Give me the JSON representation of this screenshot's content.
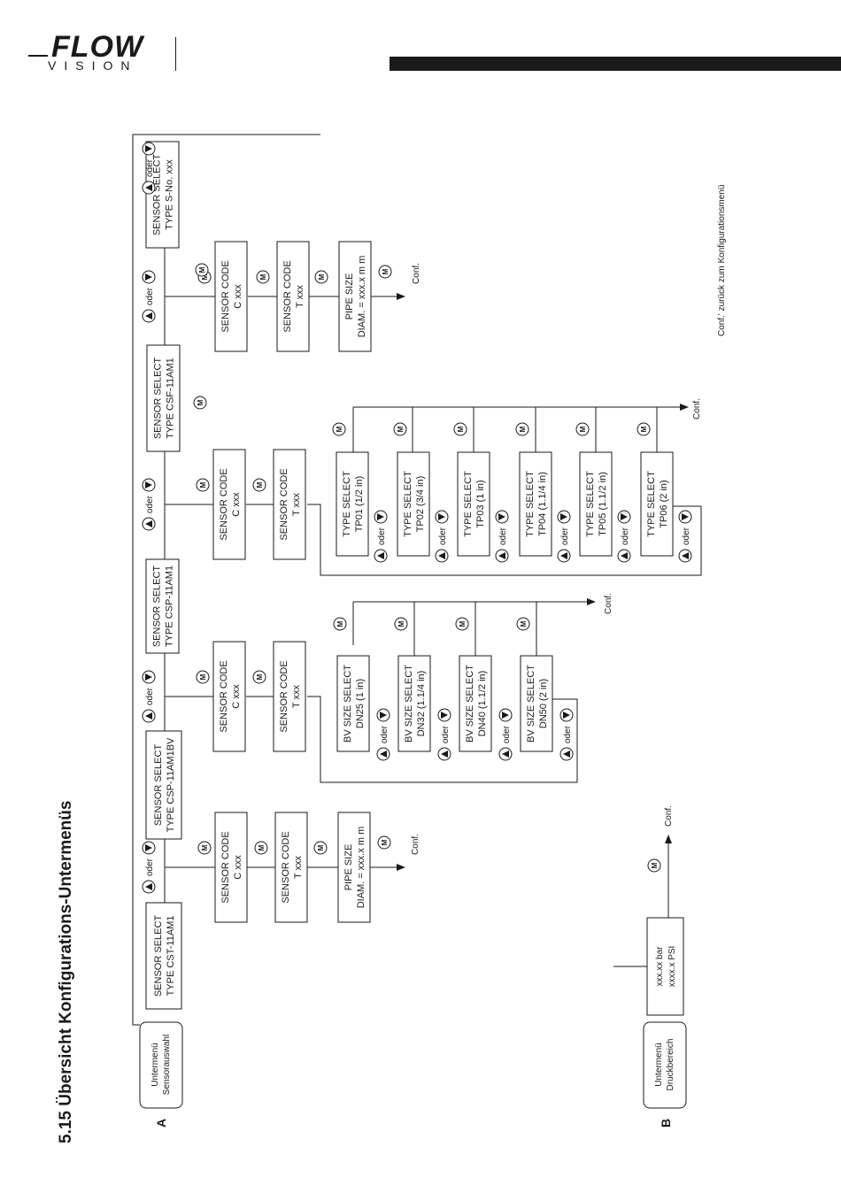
{
  "brand": {
    "word": "FLOW",
    "sub": "VISION"
  },
  "title": "5.15  Übersicht Konfigurations-Untermenüs",
  "sections": {
    "a": "A",
    "b": "B"
  },
  "submenus": {
    "a": [
      "Untermenü",
      "Sensorauswahl"
    ],
    "b": [
      "Untermenü",
      "Druckbereich"
    ]
  },
  "sensors": [
    [
      "SENSOR SELECT",
      "TYPE CST-11AM1"
    ],
    [
      "SENSOR SELECT",
      "TYPE CSP-11AM1BV"
    ],
    [
      "SENSOR SELECT",
      "TYPE CSP-11AM1"
    ],
    [
      "SENSOR SELECT",
      "TYPE CSF-11AM1"
    ],
    [
      "SENSOR SELECT",
      "TYPE S-No. xxx"
    ]
  ],
  "sensor_code": [
    "SENSOR CODE",
    "C xxx"
  ],
  "sensor_t": [
    "SENSOR CODE",
    "T xxx"
  ],
  "pipe_size": [
    "PIPE SIZE",
    "DIAM. = xxx.x m  m"
  ],
  "bv_sizes": [
    [
      "BV SIZE SELECT",
      "DN25 (1 in)"
    ],
    [
      "BV SIZE SELECT",
      "DN32 (1.1/4 in)"
    ],
    [
      "BV SIZE SELECT",
      "DN40 (1.1/2 in)"
    ],
    [
      "BV SIZE SELECT",
      "DN50 (2 in)"
    ]
  ],
  "tp_types": [
    [
      "TYPE SELECT",
      "TP01 (1/2 in)"
    ],
    [
      "TYPE SELECT",
      "TP02 (3/4 in)"
    ],
    [
      "TYPE SELECT",
      "TP03 (1 in)"
    ],
    [
      "TYPE SELECT",
      "TP04 (1.1/4 in)"
    ],
    [
      "TYPE SELECT",
      "TP05 (1.1/2 in)"
    ],
    [
      "TYPE SELECT",
      "TP06 (2 in)"
    ]
  ],
  "pressure": [
    "xxx.xx bar",
    "xxxx.x PSI"
  ],
  "conf": "Conf.",
  "oder": "oder",
  "m_key": "M",
  "note": "Conf.' zurück zum Konfigurationsmenü"
}
